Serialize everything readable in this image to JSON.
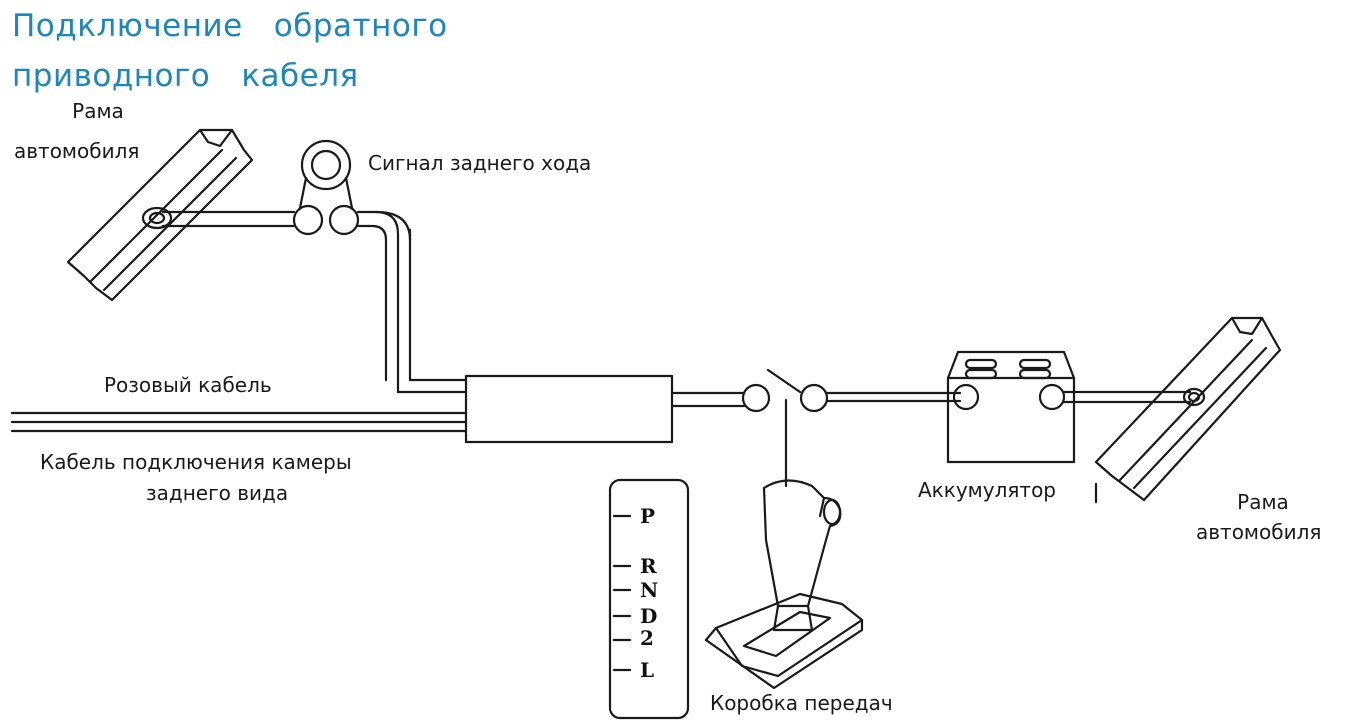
{
  "title": {
    "line1": "Подключение   обратного",
    "line2": "приводного   кабеля"
  },
  "labels": {
    "frame_left_1": "Рама",
    "frame_left_2": "автомобиля",
    "reverse_signal": "Сигнал заднего хода",
    "pink_cable": "Розовый кабель",
    "camera_cable_1": "Кабель подключения камеры",
    "camera_cable_2": "заднего вида",
    "battery": "Аккумулятор",
    "frame_right_1": "Рама",
    "frame_right_2": "автомобиля",
    "gearbox": "Коробка передач"
  },
  "gears": [
    "P",
    "R",
    "N",
    "D",
    "2",
    "L"
  ],
  "colors": {
    "title": "#1c86bd",
    "line": "#1a1a1a"
  }
}
